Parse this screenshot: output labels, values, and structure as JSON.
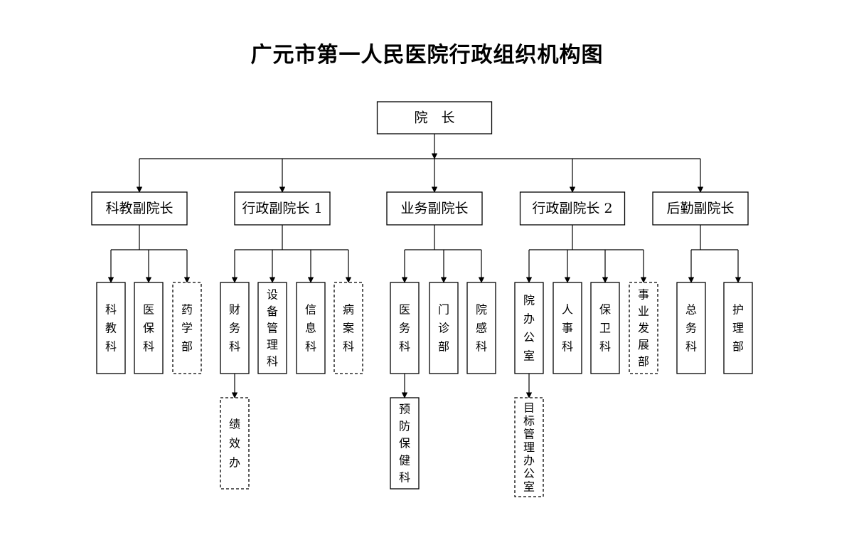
{
  "title": "广元市第一人民医院行政组织机构图",
  "root": {
    "label": "院　长"
  },
  "vice_presidents": [
    {
      "label": "科教副院长",
      "departments": [
        {
          "label": "科教科",
          "dashed": false
        },
        {
          "label": "医保科",
          "dashed": false
        },
        {
          "label": "药学部",
          "dashed": true
        }
      ]
    },
    {
      "label": "行政副院长 1",
      "departments": [
        {
          "label": "财务科",
          "dashed": false,
          "sub": {
            "label": "绩效办",
            "dashed": true
          }
        },
        {
          "label": "设备管理科",
          "dashed": false
        },
        {
          "label": "信息科",
          "dashed": false
        },
        {
          "label": "病案科",
          "dashed": true
        }
      ]
    },
    {
      "label": "业务副院长",
      "departments": [
        {
          "label": "医务科",
          "dashed": false,
          "sub": {
            "label": "预防保健科",
            "dashed": false
          }
        },
        {
          "label": "门诊部",
          "dashed": false
        },
        {
          "label": "院感科",
          "dashed": false
        }
      ]
    },
    {
      "label": "行政副院长 2",
      "departments": [
        {
          "label": "院办公室",
          "dashed": false,
          "sub": {
            "label": "目标管理办公室",
            "dashed": true
          }
        },
        {
          "label": "人事科",
          "dashed": false
        },
        {
          "label": "保卫科",
          "dashed": false
        },
        {
          "label": "事业发展部",
          "dashed": true
        }
      ]
    },
    {
      "label": "后勤副院长",
      "departments": [
        {
          "label": "总务科",
          "dashed": false
        },
        {
          "label": "护理部",
          "dashed": false
        }
      ]
    }
  ]
}
